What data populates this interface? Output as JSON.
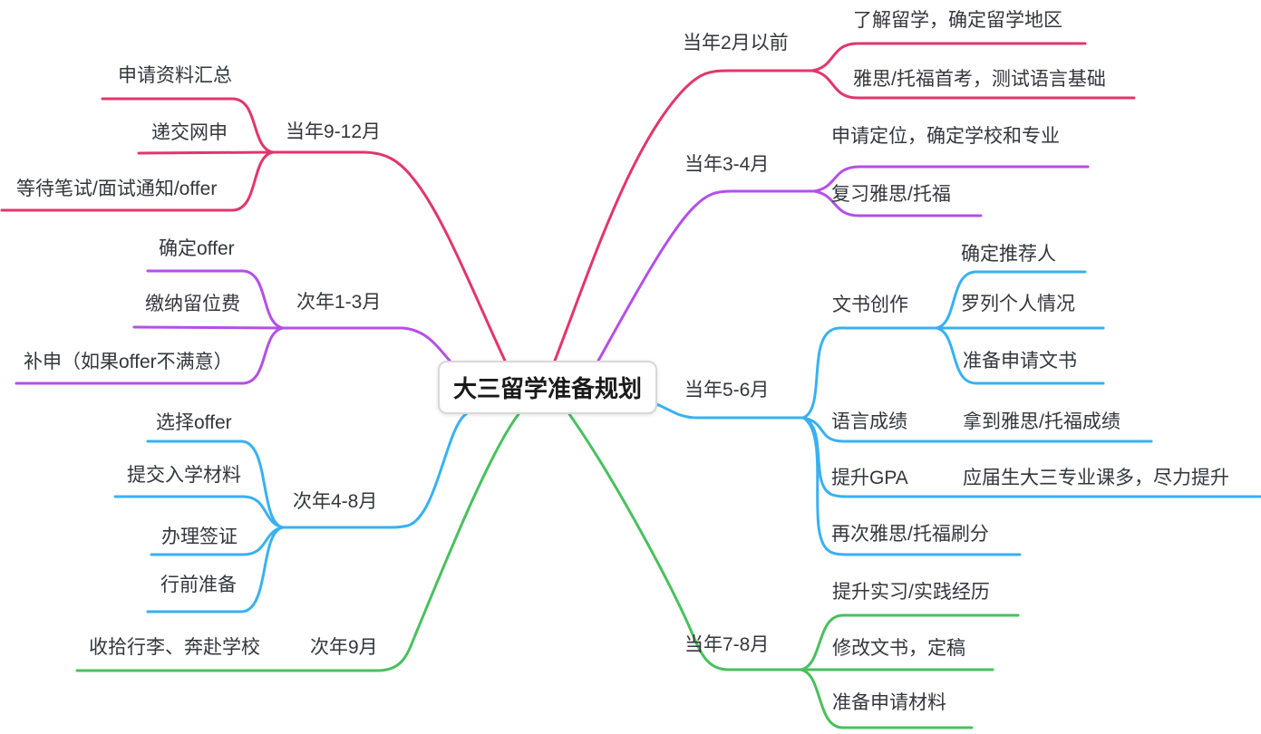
{
  "palette": {
    "crimson": "#e3356d",
    "purple": "#b44fe8",
    "blue": "#38b1f2",
    "green": "#49c05f",
    "text": "#33363b",
    "center_border": "#d8d8d8",
    "background": "#ffffff"
  },
  "center": {
    "title": "大三留学准备规划"
  },
  "right_branches": [
    {
      "period": "当年2月以前",
      "items": [
        "了解留学，确定留学地区",
        "雅思/托福首考，测试语言基础"
      ]
    },
    {
      "period": "当年3-4月",
      "items": [
        "申请定位，确定学校和专业",
        "复习雅思/托福"
      ]
    },
    {
      "period": "当年5-6月",
      "groups": [
        {
          "label": "文书创作",
          "children": [
            "确定推荐人",
            "罗列个人情况",
            "准备申请文书"
          ]
        },
        {
          "label": "语言成绩",
          "children": [
            "拿到雅思/托福成绩"
          ]
        },
        {
          "label": "提升GPA",
          "children": [
            "应届生大三专业课多，尽力提升"
          ]
        },
        {
          "label": "再次雅思/托福刷分",
          "children": []
        }
      ]
    },
    {
      "period": "当年7-8月",
      "items": [
        "提升实习/实践经历",
        "修改文书，定稿",
        "准备申请材料"
      ]
    }
  ],
  "left_branches": [
    {
      "period": "当年9-12月",
      "items": [
        "申请资料汇总",
        "递交网申",
        "等待笔试/面试通知/offer"
      ]
    },
    {
      "period": "次年1-3月",
      "items": [
        "确定offer",
        "缴纳留位费",
        "补申（如果offer不满意）"
      ]
    },
    {
      "period": "次年4-8月",
      "items": [
        "选择offer",
        "提交入学材料",
        "办理签证",
        "行前准备"
      ]
    },
    {
      "period": "次年9月",
      "items": [
        "收拾行李、奔赴学校"
      ]
    }
  ]
}
